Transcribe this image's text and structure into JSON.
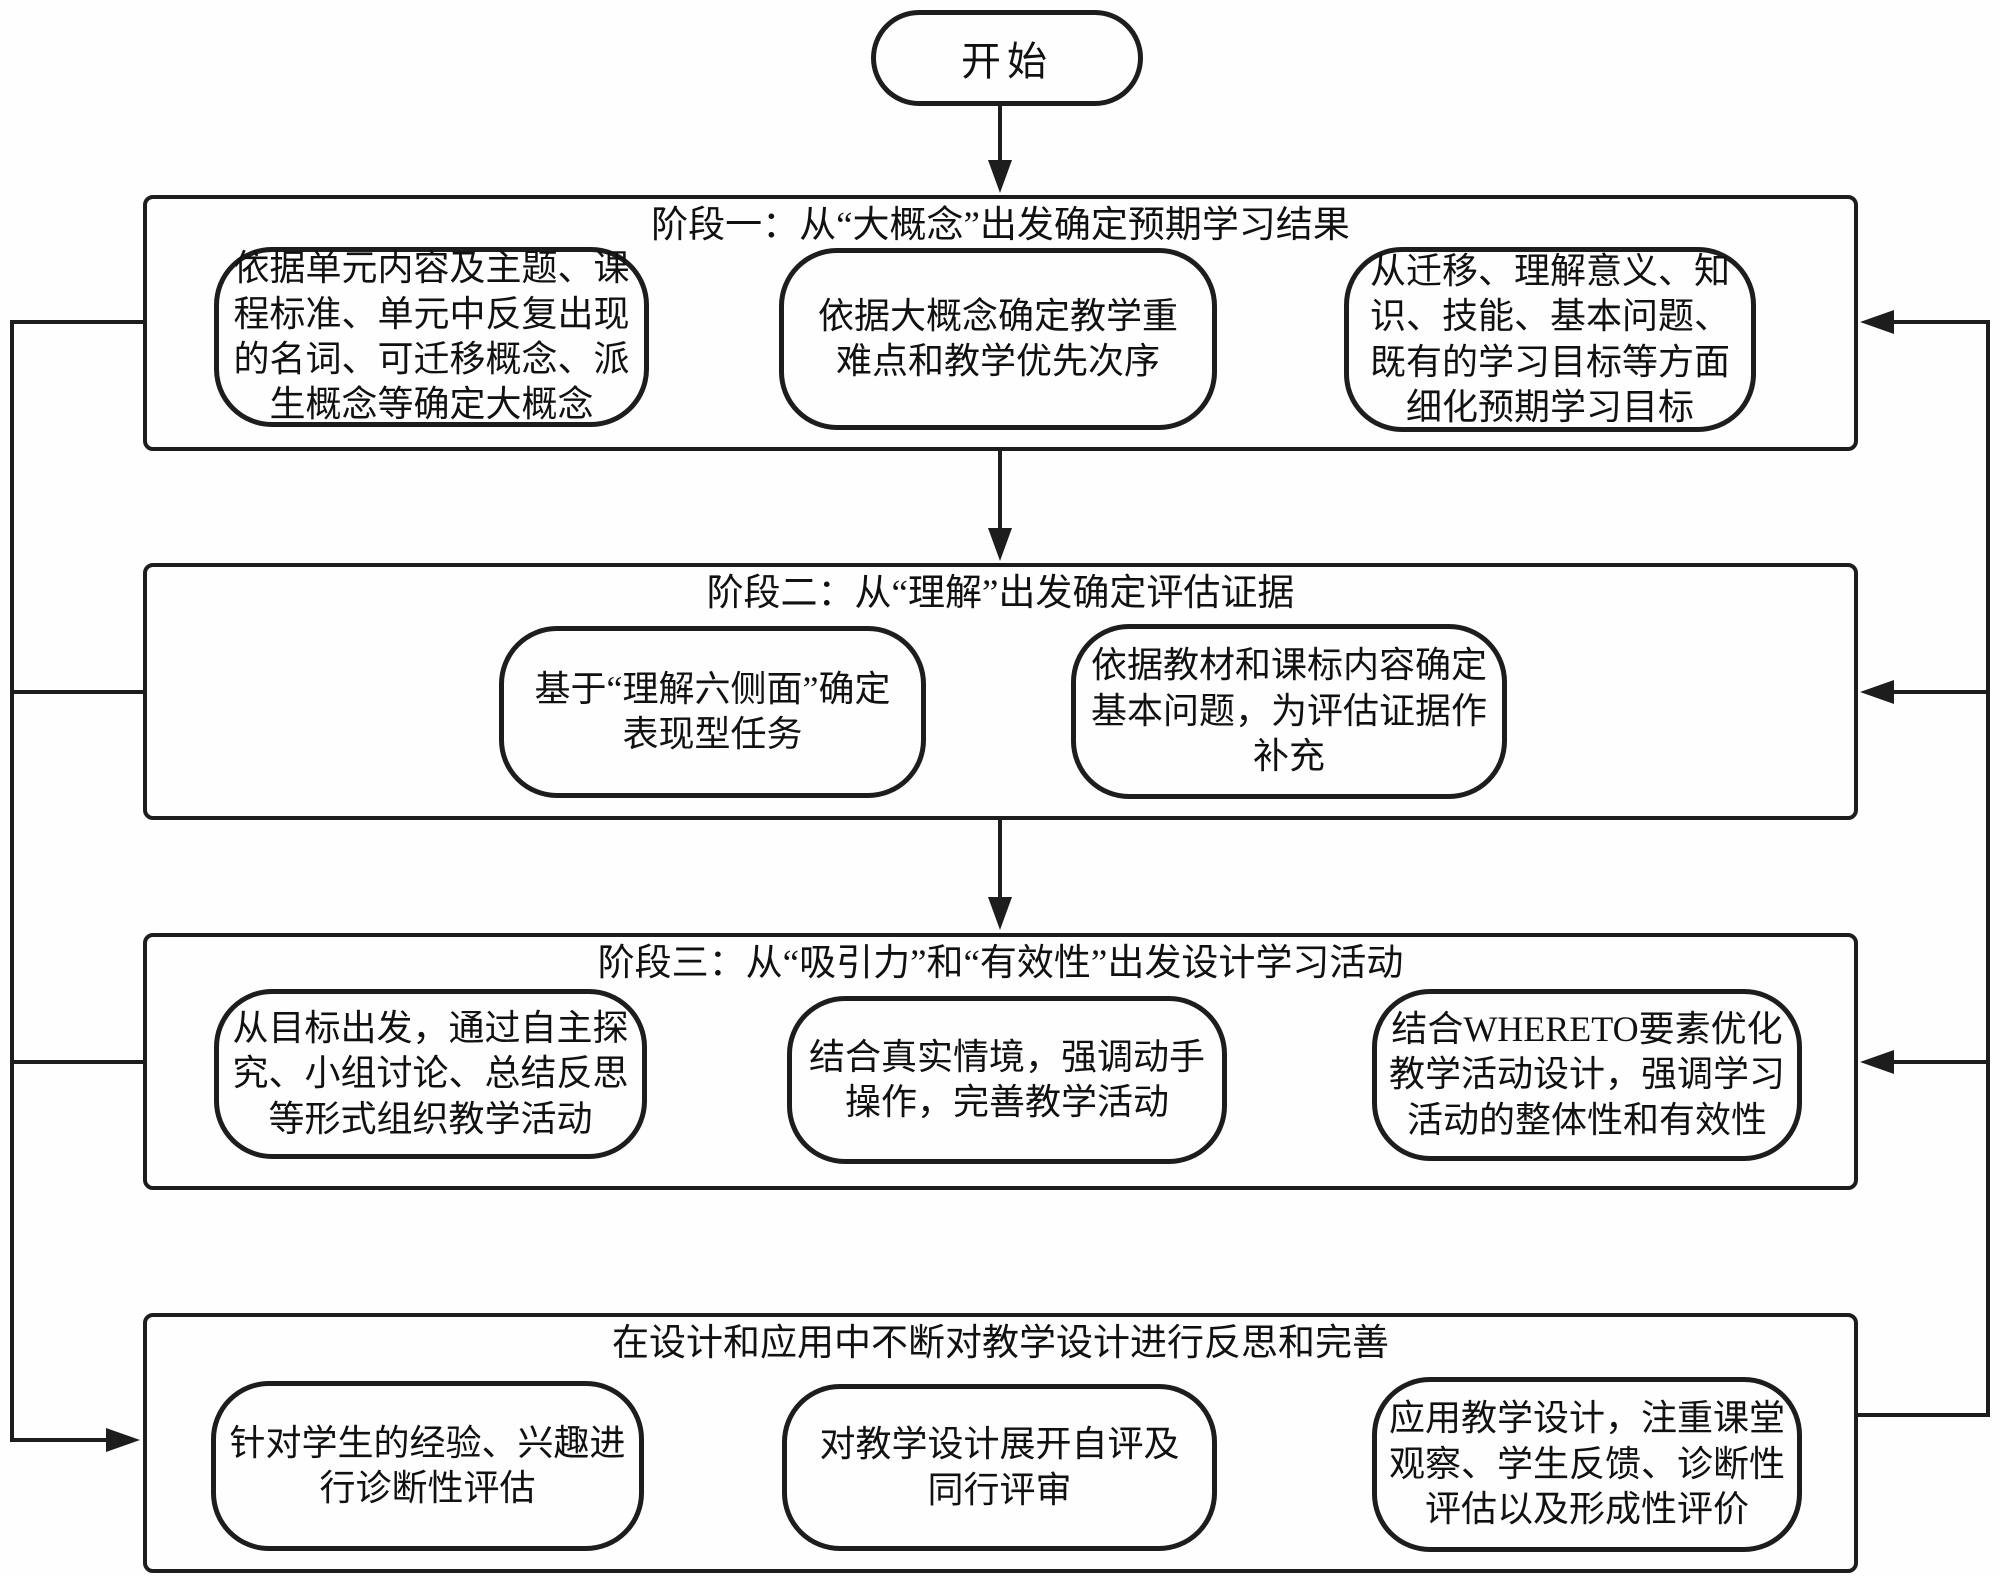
{
  "colors": {
    "background": "#fefefe",
    "line": "#1d1d1d",
    "text": "#111111"
  },
  "start": {
    "label": "开始"
  },
  "stages": [
    {
      "title": "阶段一：从“大概念”出发确定预期学习结果",
      "nodes": [
        "依据单元内容及主题、课\n程标准、单元中反复出现\n的名词、可迁移概念、派\n生概念等确定大概念",
        "依据大概念确定教学重\n难点和教学优先次序",
        "从迁移、理解意义、知\n识、技能、基本问题、\n既有的学习目标等方面\n细化预期学习目标"
      ]
    },
    {
      "title": "阶段二：从“理解”出发确定评估证据",
      "nodes": [
        "基于“理解六侧面”确定\n表现型任务",
        "依据教材和课标内容确定\n基本问题，为评估证据作\n补充"
      ]
    },
    {
      "title": "阶段三：从“吸引力”和“有效性”出发设计学习活动",
      "nodes": [
        "从目标出发，通过自主探\n究、小组讨论、总结反思\n等形式组织教学活动",
        "结合真实情境，强调动手\n操作，完善教学活动",
        "结合WHERETO要素优化\n教学活动设计，强调学习\n活动的整体性和有效性"
      ]
    },
    {
      "title": "在设计和应用中不断对教学设计进行反思和完善",
      "nodes": [
        "针对学生的经验、兴趣进\n行诊断性评估",
        "对教学设计展开自评及\n同行评审",
        "应用教学设计，注重课堂\n观察、学生反馈、诊断性\n评估以及形成性评价"
      ]
    }
  ]
}
